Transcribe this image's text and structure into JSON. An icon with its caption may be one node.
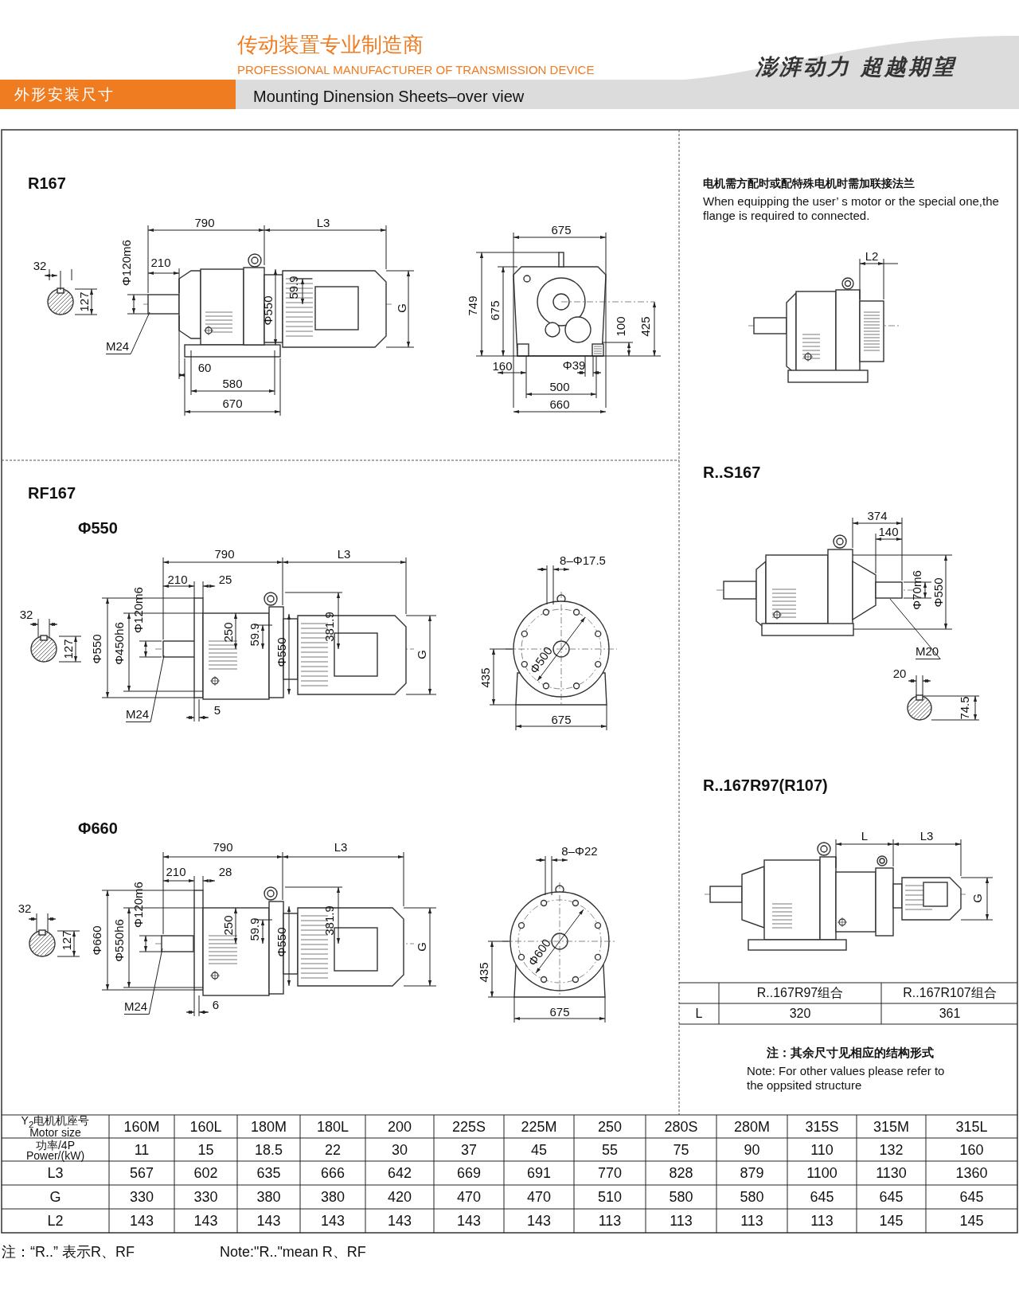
{
  "diagram": {
    "nodes": [
      {
        "text": [
          "M24"
        ]
      },
      {
        "text": [
          "M24"
        ]
      },
      {
        "text": [
          "M24"
        ]
      },
      {
        "text": [
          "M20"
        ]
      }
    ],
    "edges": [
      {
        "from": 0,
        "to": null,
        "arrow": "none"
      },
      {
        "from": 1,
        "to": null,
        "arrow": "none"
      },
      {
        "from": 2,
        "to": null,
        "arrow": "none"
      },
      {
        "from": 3,
        "to": null,
        "arrow": "none"
      }
    ],
    "labels": [
      "传动装置专业制造商",
      "PROFESSIONAL MANUFACTURER OF TRANSMISSION DEVICE",
      "澎湃动力 超越期望",
      "外形安装尺寸",
      "Mounting Dinension Sheets–over view",
      "R167",
      "790",
      "L3",
      "32",
      "210",
      "Φ120m6",
      "127",
      "59.9",
      "Φ550",
      "G",
      "60",
      "580",
      "670",
      "675",
      "749",
      "675",
      "100",
      "425",
      "160",
      "Φ39",
      "500",
      "660",
      "RF167",
      "Φ550",
      "790",
      "L3",
      "210",
      "25",
      "8–Φ17.5",
      "32",
      "Φ120m6",
      "250",
      "59.9",
      "381.9",
      "Φ550",
      "Φ450h6",
      "127",
      "Φ550",
      "G",
      "Φ500",
      "435",
      "5",
      "675",
      "Φ660",
      "790",
      "L3",
      "210",
      "28",
      "8–Φ22",
      "32",
      "Φ120m6",
      "Φ660",
      "Φ550h6",
      "127",
      "250",
      "59.9",
      "381.9",
      "Φ550",
      "G",
      "Φ600",
      "435",
      "6",
      "675",
      "电机需方配时或配特殊电机时需加联接法兰",
      "When equipping the user’ s motor or the special one,the flange is required to connected.",
      "L2",
      "R..S167",
      "374",
      "140",
      "Φ70m6",
      "Φ550",
      "20",
      "74.5",
      "R..167R97(R107)",
      "L",
      "L3",
      "G",
      "R..167R97组合",
      "R..167R107组合",
      "L",
      "320",
      "361",
      "注：其余尺寸见相应的结构形式",
      "Note: For other values please refer to the oppsited structure",
      "Y$_{2}$电机机座号 Motor size",
      "160M",
      "160L",
      "180M",
      "180L",
      "200",
      "225S",
      "225M",
      "250",
      "280S",
      "280M",
      "315S",
      "315M",
      "315L",
      "功率/4P Power/(kW)",
      "11",
      "15",
      "18.5",
      "22",
      "30",
      "37",
      "45",
      "55",
      "75",
      "90",
      "110",
      "132",
      "160",
      "L3",
      "567",
      "602",
      "635",
      "666",
      "642",
      "669",
      "691",
      "770",
      "828",
      "879",
      "1100",
      "1130",
      "1360",
      "G",
      "330",
      "330",
      "380",
      "380",
      "420",
      "470",
      "470",
      "510",
      "580",
      "580",
      "645",
      "645",
      "645",
      "L2",
      "143",
      "143",
      "143",
      "143",
      "143",
      "143",
      "143",
      "113",
      "113",
      "113",
      "113",
      "145",
      "145",
      "注：“R..” 表示R、RF",
      "Note:\"R..\"mean R、RF"
    ]
  }
}
